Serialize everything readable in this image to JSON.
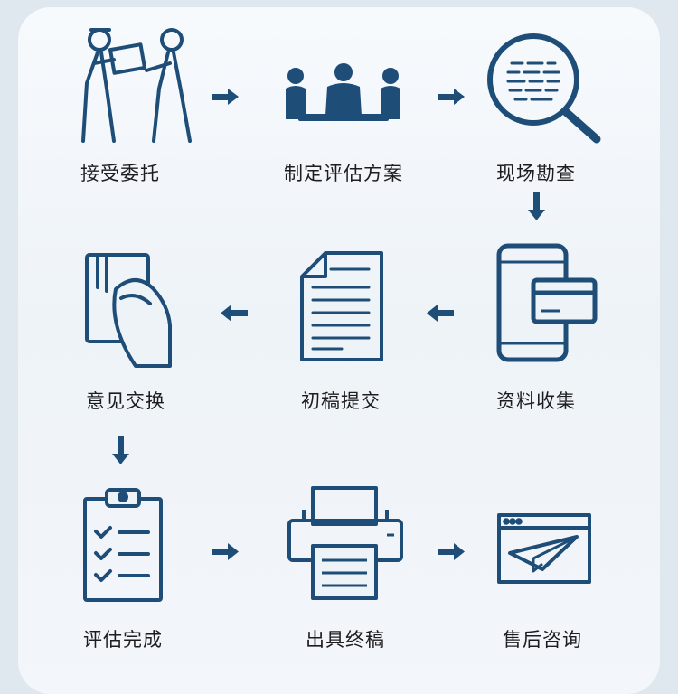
{
  "colors": {
    "icon": "#1e4d78",
    "text": "#1d1d1f",
    "background": "#eef3f8"
  },
  "steps": [
    {
      "label": "接受委托",
      "icon": "handover-box-icon"
    },
    {
      "label": "制定评估方案",
      "icon": "team-meeting-icon"
    },
    {
      "label": "现场勘查",
      "icon": "magnifier-icon"
    },
    {
      "label": "资料收集",
      "icon": "phone-card-icon"
    },
    {
      "label": "初稿提交",
      "icon": "document-icon"
    },
    {
      "label": "意见交换",
      "icon": "hand-card-icon"
    },
    {
      "label": "评估完成",
      "icon": "checklist-clipboard-icon"
    },
    {
      "label": "出具终稿",
      "icon": "printer-icon"
    },
    {
      "label": "售后咨询",
      "icon": "paper-plane-window-icon"
    }
  ]
}
